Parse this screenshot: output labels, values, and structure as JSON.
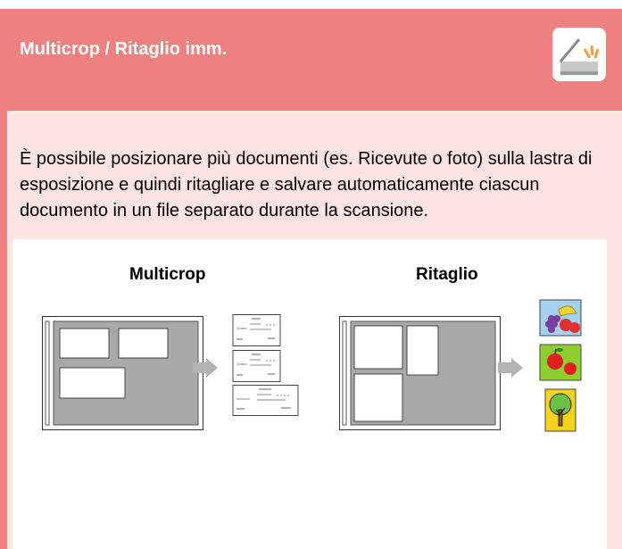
{
  "header": {
    "title": "Multicrop / Ritaglio imm.",
    "icon": "scanner-icon",
    "color": "#ef8080"
  },
  "description": "È possibile posizionare più documenti (es. Ricevute o foto) sulla lastra di esposizione e quindi ritagliare e salvare automaticamente ciascun documento in un file separato durante la scansione.",
  "illustrations": {
    "multicrop_label": "Multicrop",
    "ritaglio_label": "Ritaglio"
  },
  "colors": {
    "background": "#fde4e3",
    "glass": "#a9a9a9",
    "arrow": "#b4b4b4"
  }
}
